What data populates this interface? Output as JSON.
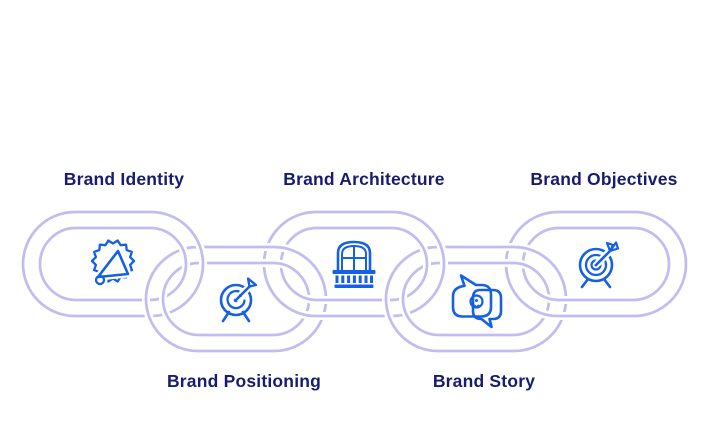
{
  "diagram": {
    "type": "interlocking-chain-infographic",
    "links": [
      {
        "label": "Brand Identity",
        "icon": "megaphone-badge-icon",
        "row": "top"
      },
      {
        "label": "Brand Positioning",
        "icon": "target-arrow-icon",
        "row": "bottom"
      },
      {
        "label": "Brand Architecture",
        "icon": "balcony-window-icon",
        "row": "top"
      },
      {
        "label": "Brand Story",
        "icon": "speech-bubbles-bulb-icon",
        "row": "bottom"
      },
      {
        "label": "Brand Objectives",
        "icon": "dartboard-arrow-icon",
        "row": "top"
      }
    ],
    "colors": {
      "background": "#ffffff",
      "chain": "#c2bdf0",
      "icon": "#1560e4",
      "label": "#171c6e"
    }
  }
}
